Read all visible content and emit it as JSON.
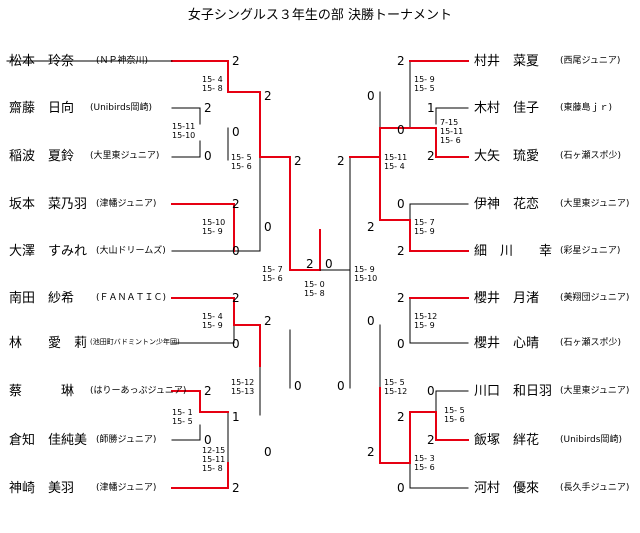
{
  "title": "女子シングルス３年生の部 決勝トーナメント",
  "left_players": [
    {
      "name": "松本　玲奈",
      "club": "(ＮＰ神奈川)"
    },
    {
      "name": "齋藤　日向",
      "club": "(Unibirds岡崎)"
    },
    {
      "name": "稲波　夏鈴",
      "club": "(大里東ジュニア)"
    },
    {
      "name": "坂本　菜乃羽",
      "club": "(津幡ジュニア)"
    },
    {
      "name": "大澤　すみれ",
      "club": "(大山ドリームズ)"
    },
    {
      "name": "南田　紗希",
      "club": "(ＦＡＮＡＴＩＣ)"
    },
    {
      "name": "林　　愛　莉",
      "club": "(池田町バドミントン少年団)"
    },
    {
      "name": "蔡　　　琳",
      "club": "(はりーあっぷジュニア)"
    },
    {
      "name": "倉知　佳純美",
      "club": "(師勝ジュニア)"
    },
    {
      "name": "神崎　美羽",
      "club": "(津幡ジュニア)"
    }
  ],
  "right_players": [
    {
      "name": "村井　菜夏",
      "club": "(西尾ジュニア)"
    },
    {
      "name": "木村　佳子",
      "club": "(東藤島ｊｒ)"
    },
    {
      "name": "大矢　琉愛",
      "club": "(石ヶ瀬スポ少)"
    },
    {
      "name": "伊神　花恋",
      "club": "(大里東ジュニア)"
    },
    {
      "name": "細　川　　幸",
      "club": "(彩星ジュニア)"
    },
    {
      "name": "櫻井　月渚",
      "club": "(美翔団ジュニア)"
    },
    {
      "name": "櫻井　心晴",
      "club": "(石ヶ瀬スポ少)"
    },
    {
      "name": "川口　和日羽",
      "club": "(大里東ジュニア)"
    },
    {
      "name": "飯塚　絆花",
      "club": "(Unibirds岡崎)"
    },
    {
      "name": "河村　優來",
      "club": "(長久手ジュニア)"
    }
  ],
  "left_marks": {
    "a1": "2",
    "b1": "2",
    "b2": "0",
    "c1": "2",
    "c2": "0",
    "d1": "2",
    "d2": "0",
    "e1": "2",
    "e2": "0",
    "f1": "2",
    "f2": "0",
    "g1": "2",
    "g2": "1",
    "h1": "2",
    "h2": "0",
    "i1": "2",
    "i2": "0",
    "j1": "0"
  },
  "left_scores": {
    "s1": "15- 4\n15- 8",
    "s2": "15-11\n15-10",
    "s3": "15- 5\n15- 6",
    "s4": "15-10\n15- 9",
    "s5": "15- 7\n15- 6",
    "s6": "15- 4\n15- 9",
    "s7": "15-12\n15-13",
    "s8": "15- 1\n15- 5",
    "s9": "12-15\n15-11\n15- 8"
  },
  "right_marks": {
    "a1": "2",
    "a2": "0",
    "b1": "1",
    "b2": "0",
    "c1": "2",
    "c2": "2",
    "d1": "0",
    "d2": "2",
    "e1": "2",
    "e2": "0",
    "f1": "2",
    "f2": "0",
    "g1": "0",
    "g2": "0",
    "h1": "2",
    "h2": "2",
    "i1": "0"
  },
  "right_scores": {
    "s1": "15- 9\n15- 5",
    "s2": "7-15\n15-11\n15- 6",
    "s3": "15-11\n15- 4",
    "s4": "15- 7\n15- 9",
    "s5": "15- 9\n15-10",
    "s6": "15-12\n15- 9",
    "s7": "15- 5\n15-12",
    "s8": "15- 5\n15- 6",
    "s9": "15- 3\n15- 6"
  },
  "final": {
    "left_mark": "2",
    "right_mark": "0",
    "score": "15- 0\n15- 8"
  }
}
